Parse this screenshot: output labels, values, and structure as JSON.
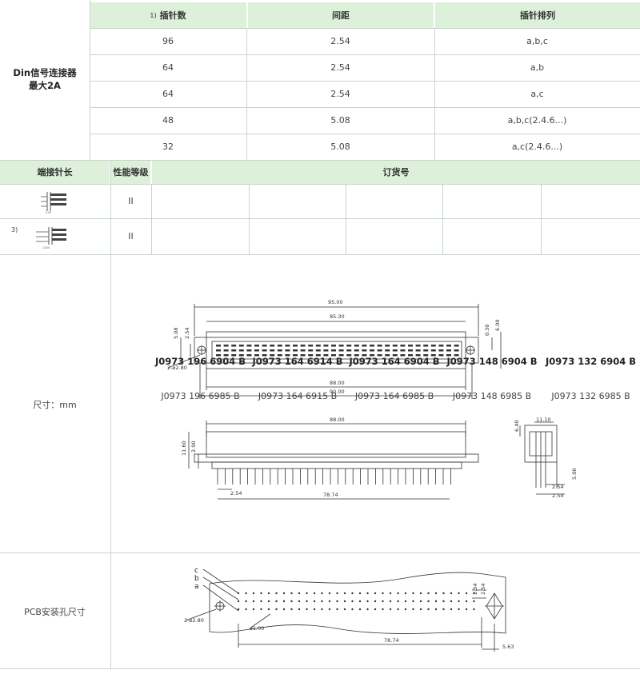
{
  "top_table": {
    "row_label": "Din信号连接器\n最大2A",
    "headers": {
      "note": "1)",
      "pins": "插针数",
      "pitch": "间距",
      "arrangement": "插针排列"
    },
    "rows": [
      {
        "pins": "96",
        "pitch": "2.54",
        "arrangement": "a,b,c"
      },
      {
        "pins": "64",
        "pitch": "2.54",
        "arrangement": "a,b"
      },
      {
        "pins": "64",
        "pitch": "2.54",
        "arrangement": "a,c"
      },
      {
        "pins": "48",
        "pitch": "5.08",
        "arrangement": "a,b,c(2.4.6...)"
      },
      {
        "pins": "32",
        "pitch": "5.08",
        "arrangement": "a,c(2.4.6...)"
      }
    ]
  },
  "order_table": {
    "headers": {
      "tail": "端接针长",
      "grade": "性能等级",
      "order": "订货号"
    },
    "rows": [
      {
        "note": "",
        "tail_dim": "5.00",
        "grade": "II",
        "codes": [
          "J0973 196 6904 B",
          "J0973 164 6914 B",
          "J0973 164 6904 B",
          "J0973 148 6904 B",
          "J0973 132 6904 B"
        ]
      },
      {
        "note": "3)",
        "tail_dim": "13.00",
        "grade": "II",
        "codes": [
          "J0973 196 6985 B",
          "J0973 164 6915 B",
          "J0973 164 6985 B",
          "J0973 148 6985 B",
          "J0973 132 6985 B"
        ]
      }
    ]
  },
  "dimensions": {
    "label": "尺寸：mm",
    "top_view": {
      "w95": "95.00",
      "w85": "85.30",
      "h508": "5.08",
      "h254": "2.54",
      "r030": "0.30",
      "r600": "6.00",
      "hole": "2-⌀2.80",
      "b88": "88.00",
      "b90": "90.00"
    },
    "front_view": {
      "w88": "88.00",
      "h1160": "11.60",
      "h290": "2.90",
      "p254": "2.54",
      "w7874": "78.74"
    },
    "side_view": {
      "w1110": "11.10",
      "h640": "6.40",
      "h500": "5.00",
      "p1": "2.54",
      "p2": "2.54"
    }
  },
  "pcb": {
    "label": "PCB安装孔尺寸",
    "rows": [
      "c",
      "b",
      "a"
    ],
    "hole_big": "2-⌀2.80",
    "hole_small": "⌀1.00",
    "w7874": "78.74",
    "w563": "5.63",
    "p1": "2.54",
    "p2": "2.54"
  }
}
